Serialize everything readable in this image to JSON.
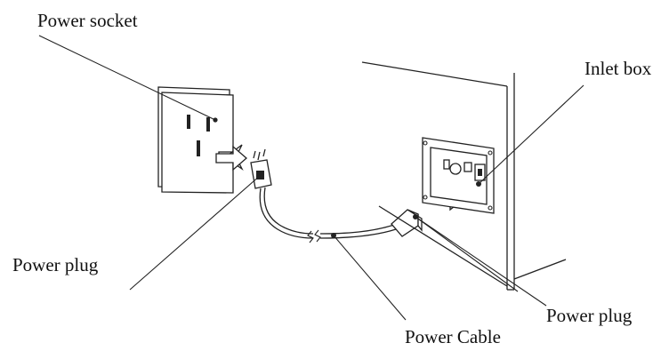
{
  "labels": {
    "power_socket": "Power socket",
    "inlet_box": "Inlet box",
    "power_plug_left": "Power plug",
    "power_plug_right": "Power plug",
    "power_cable": "Power Cable"
  },
  "colors": {
    "line": "#222222",
    "background": "#ffffff"
  },
  "icons": {
    "insert_arrow": "arrow-right-icon"
  }
}
